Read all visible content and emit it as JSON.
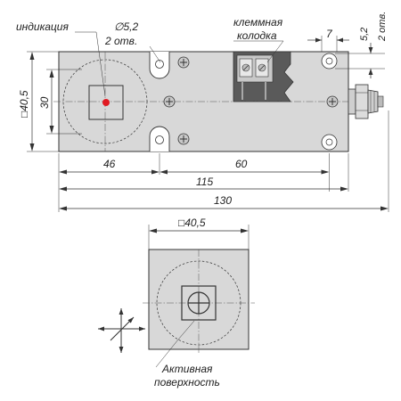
{
  "labels": {
    "indication": "индикация",
    "hole_diameter": "∅5,2",
    "hole_count": "2 отв.",
    "terminal_line1": "клеммная",
    "terminal_line2": "колодка",
    "dim_7": "7",
    "dim_5_2": "5,2",
    "dim_2_holes_right": "2 отв.",
    "dim_40_5_side": "□40,5",
    "dim_30": "30",
    "dim_46": "46",
    "dim_60": "60",
    "dim_115": "115",
    "dim_130": "130",
    "dim_40_5_end": "□40,5",
    "active_line1": "Активная",
    "active_line2": "поверхность"
  },
  "colors": {
    "body_fill": "#d8d8d8",
    "terminal_cutout": "#5a5a5a",
    "indicator_led": "#e01a22",
    "line": "#333333"
  }
}
